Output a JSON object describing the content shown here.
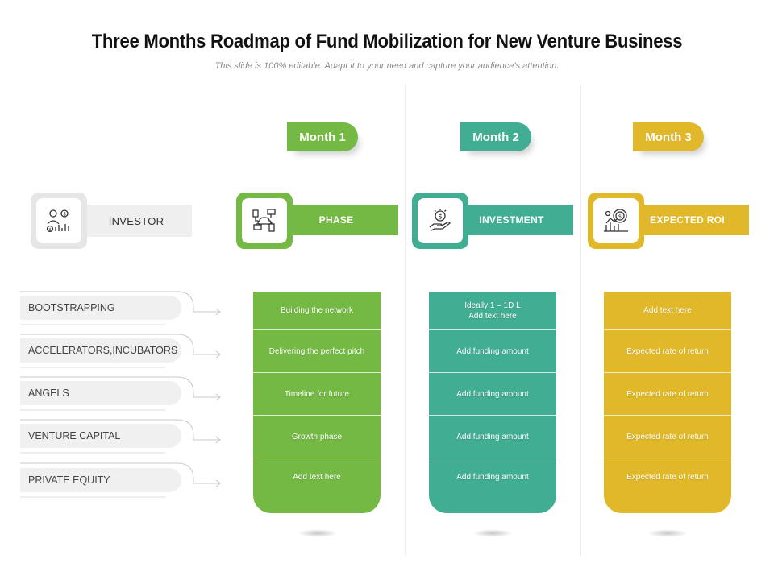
{
  "title": "Three Months Roadmap of Fund Mobilization for New Venture Business",
  "subtitle": "This slide is 100% editable. Adapt it to your need and capture your audience’s attention.",
  "colors": {
    "green": "#74b944",
    "teal": "#41ad93",
    "yellow": "#e0b82a",
    "grey": "#efefef"
  },
  "investor": {
    "label": "INVESTOR",
    "icon": "investor-icon"
  },
  "sources": [
    "BOOTSTRAPPING",
    "ACCELERATORS,INCUBATORS",
    "ANGELS",
    "VENTURE CAPITAL",
    "PRIVATE  EQUITY"
  ],
  "months": [
    {
      "tab": "Month 1",
      "header": "PHASE",
      "icon": "network-icon",
      "cells": [
        "Building the network",
        "Delivering the perfect pitch",
        "Timeline  for future",
        "Growth phase",
        "Add text here"
      ]
    },
    {
      "tab": "Month 2",
      "header": "INVESTMENT",
      "icon": "money-hand-icon",
      "cells": [
        "Ideally 1 – 1D L\nAdd text here",
        "Add funding amount",
        "Add funding amount",
        "Add funding amount",
        "Add funding amount"
      ]
    },
    {
      "tab": "Month 3",
      "header": "EXPECTED  ROI",
      "icon": "roi-chart-icon",
      "cells": [
        "Add text here",
        "Expected rate of return",
        "Expected rate of return",
        "Expected rate of return",
        "Expected rate of return"
      ]
    }
  ]
}
